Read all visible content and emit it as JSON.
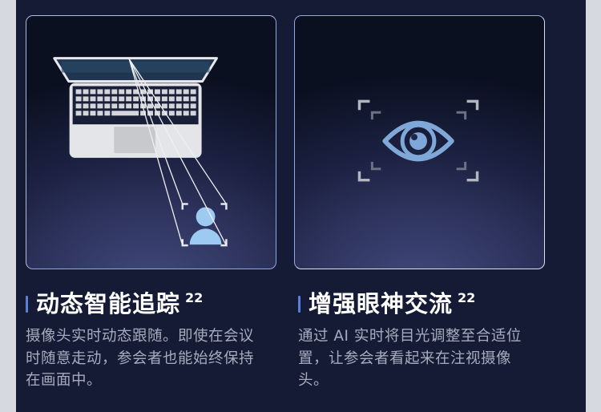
{
  "colors": {
    "panel_bg": "#161b35",
    "page_bg": "#d6d9e0",
    "accent_bar": "#5a7fd6",
    "icon_blue": "#7fa8d8",
    "person_blue": "#9ccaf0",
    "title_text": "#ffffff",
    "desc_text": "#a7abbd"
  },
  "features": [
    {
      "illustration": "laptop-camera-tracking-person",
      "title": "动态智能追踪",
      "footnote": "22",
      "description": "摄像头实时动态跟随。即使在会议时随意走动，参会者也能始终保持在画面中。"
    },
    {
      "illustration": "eye-focus-frame",
      "title": "增强眼神交流",
      "footnote": "22",
      "description": "通过 AI 实时将目光调整至合适位置，让参会者看起来在注视摄像头。"
    }
  ]
}
